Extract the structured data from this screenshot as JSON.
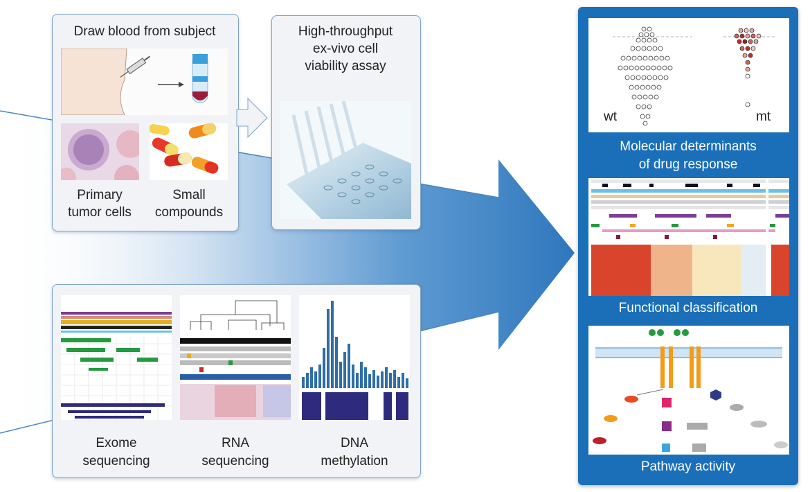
{
  "blood": {
    "title": "Draw blood from subject",
    "tumor_label_1": "Primary",
    "tumor_label_2": "tumor cells",
    "compound_label_1": "Small",
    "compound_label_2": "compounds"
  },
  "assay": {
    "line1": "High-throughput",
    "line2": "ex-vivo cell",
    "line3": "viability assay"
  },
  "omics": {
    "exome_1": "Exome",
    "exome_2": "sequencing",
    "rna_1": "RNA",
    "rna_2": "sequencing",
    "dna_1": "DNA",
    "dna_2": "methylation"
  },
  "results": {
    "molecular_1": "Molecular determinants",
    "molecular_2": "of drug response",
    "wt_label": "wt",
    "mt_label": "mt",
    "functional": "Functional classification",
    "pathway": "Pathway activity"
  },
  "colors": {
    "accent_blue": "#1a6fb8",
    "arrow_blue": "#2f77bd",
    "card_bg": "#f1f3f6",
    "heat_red": "#c0282a"
  }
}
